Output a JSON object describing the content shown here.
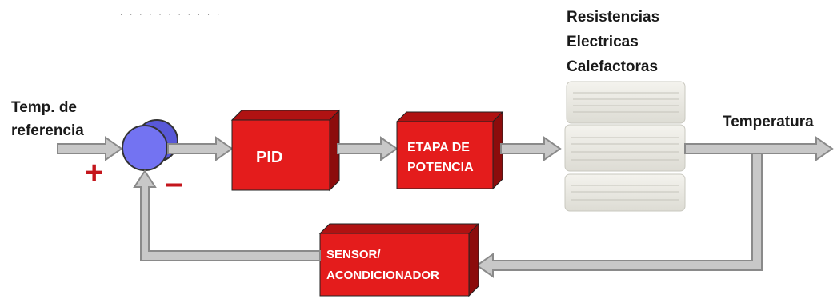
{
  "labels": {
    "reference": [
      "Temp. de",
      "referencia"
    ],
    "output": "Temperatura",
    "heaters": [
      "Resistencias",
      "Electricas",
      "Calefactoras"
    ],
    "plus": "+",
    "minus": "–",
    "faint_text": ". . . . . . . . . . ."
  },
  "blocks": {
    "pid": "PID",
    "power_stage": [
      "ETAPA DE",
      "POTENCIA"
    ],
    "sensor": [
      "SENSOR/",
      "ACONDICIONADOR"
    ]
  },
  "colors": {
    "block_red": "#e41c1c",
    "block_dark": "#9b0f0f",
    "summing_blue": "#6f6ff2",
    "arrow_fill": "#c8c8c8",
    "arrow_stroke": "#8a8a8a",
    "sign_red": "#c4161c"
  }
}
